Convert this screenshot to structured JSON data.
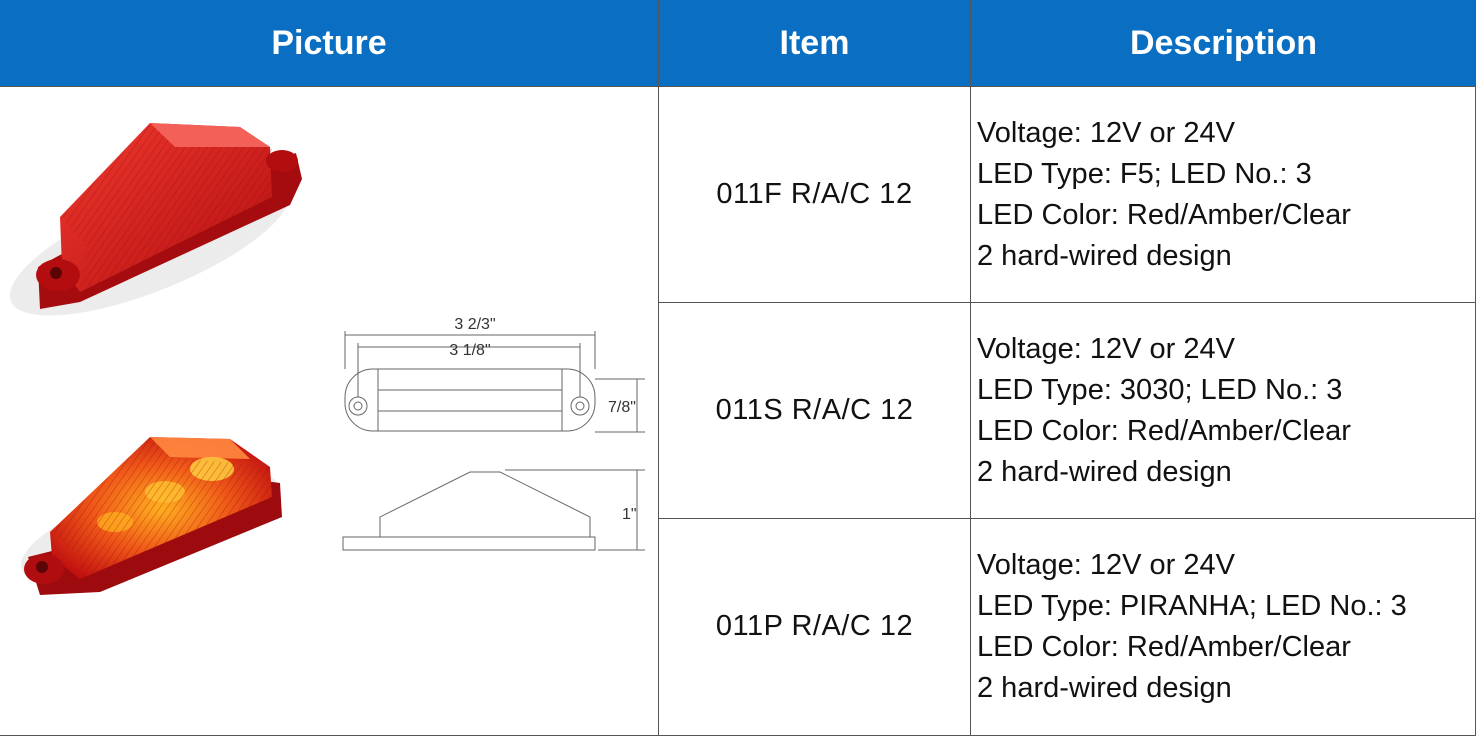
{
  "header": {
    "picture": "Picture",
    "item": "Item",
    "description": "Description"
  },
  "drawing": {
    "overall_length": "3 2/3\"",
    "hole_spacing": "3 1/8\"",
    "width": "7/8\"",
    "height": "1\""
  },
  "rows": [
    {
      "item": "011F R/A/C 12",
      "description": [
        "Voltage: 12V or 24V",
        "LED Type: F5; LED No.: 3",
        "LED Color: Red/Amber/Clear",
        "2 hard-wired design"
      ]
    },
    {
      "item": "011S R/A/C 12",
      "description": [
        "Voltage: 12V or 24V",
        "LED Type: 3030; LED No.: 3",
        "LED Color: Red/Amber/Clear",
        "2 hard-wired design"
      ]
    },
    {
      "item": "011P R/A/C 12",
      "description": [
        "Voltage: 12V or 24V",
        "LED Type: PIRANHA; LED No.: 3",
        "LED Color: Red/Amber/Clear",
        "2 hard-wired design"
      ]
    }
  ],
  "colors": {
    "header_bg": "#0a6fc2",
    "header_text": "#ffffff",
    "lamp_red": "#d0161a"
  }
}
